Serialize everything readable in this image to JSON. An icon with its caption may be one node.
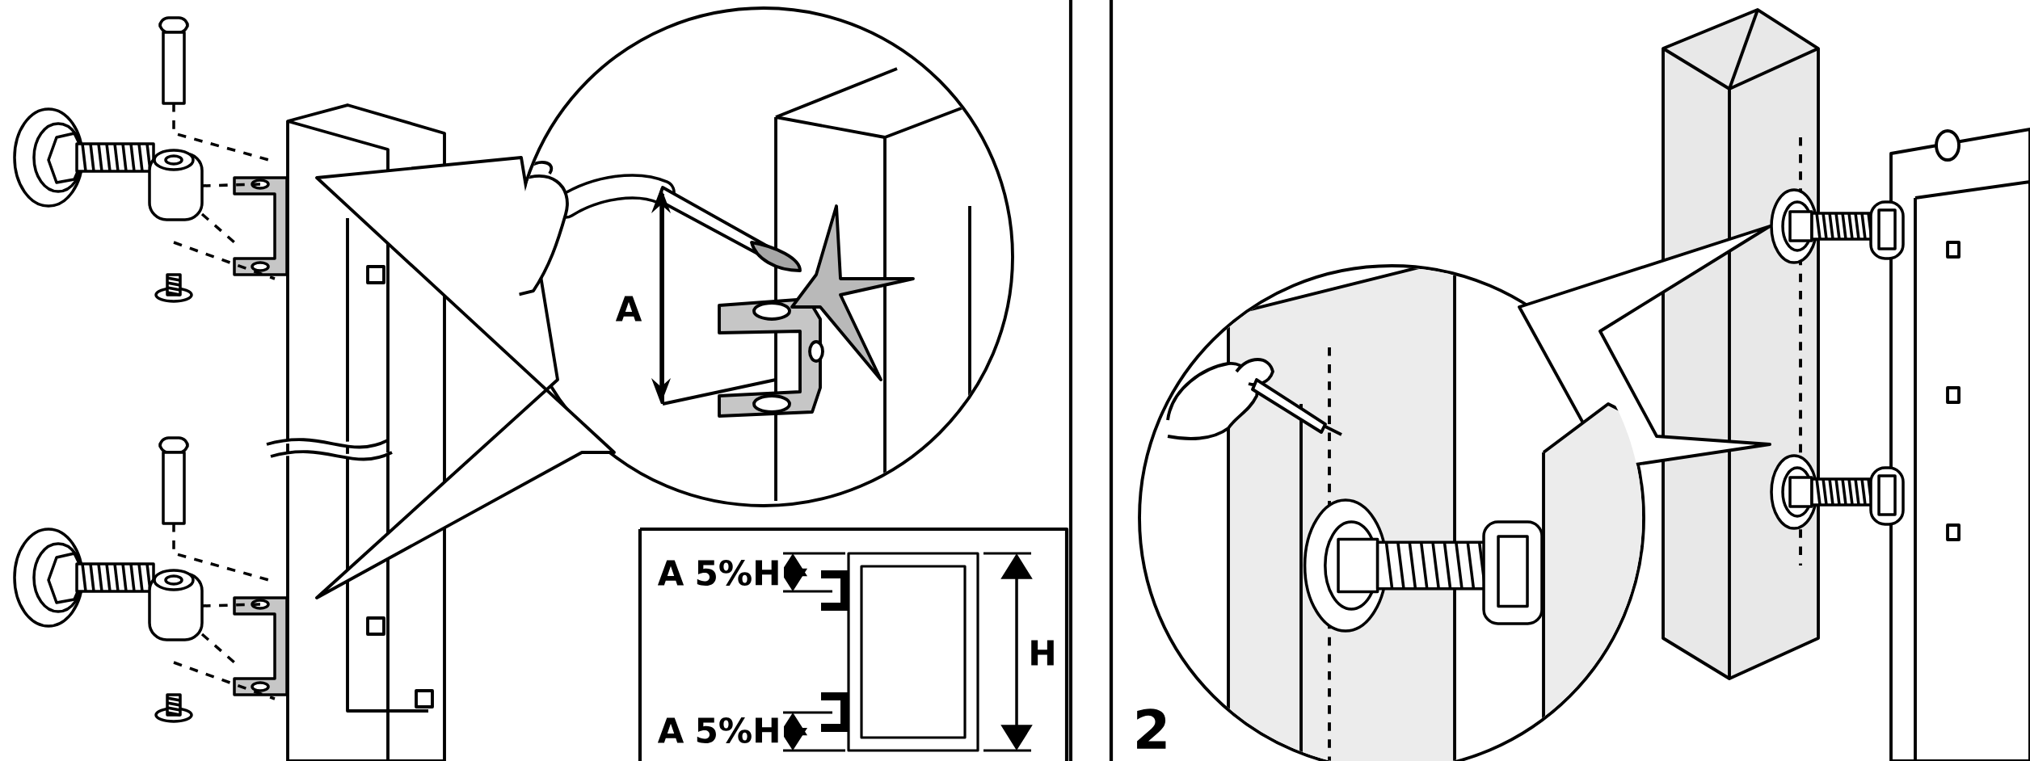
{
  "diagram": {
    "labels": [
      "A",
      "A",
      "5%H",
      "H",
      "A",
      "5%H",
      "2"
    ]
  }
}
